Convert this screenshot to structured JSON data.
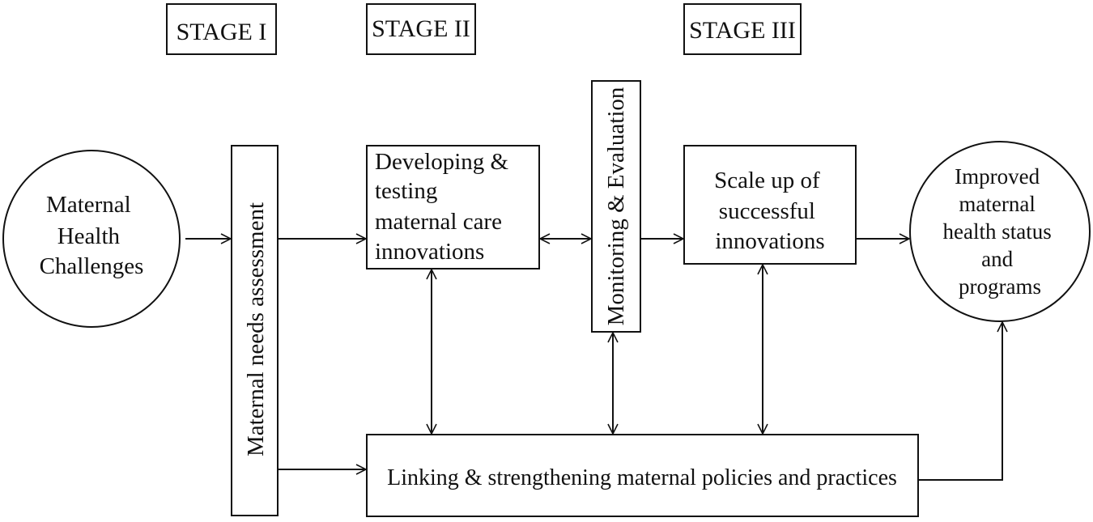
{
  "stages": {
    "stage_1": "STAGE I",
    "stage_2": "STAGE II",
    "stage_3": "STAGE III"
  },
  "nodes": {
    "challenges": [
      "Maternal",
      "Health",
      "Challenges"
    ],
    "needs_assessment": "Maternal needs assessment",
    "developing": [
      "Developing &",
      "testing",
      "maternal care",
      "innovations"
    ],
    "monitoring": "Monitoring & Evaluation",
    "scale_up": [
      "Scale up of",
      "successful",
      "innovations"
    ],
    "improved": [
      "Improved",
      "maternal",
      "health status",
      "and",
      "programs"
    ],
    "linking": "Linking & strengthening maternal policies and practices"
  },
  "colors": {
    "stroke": "#111111",
    "background": "#ffffff"
  }
}
